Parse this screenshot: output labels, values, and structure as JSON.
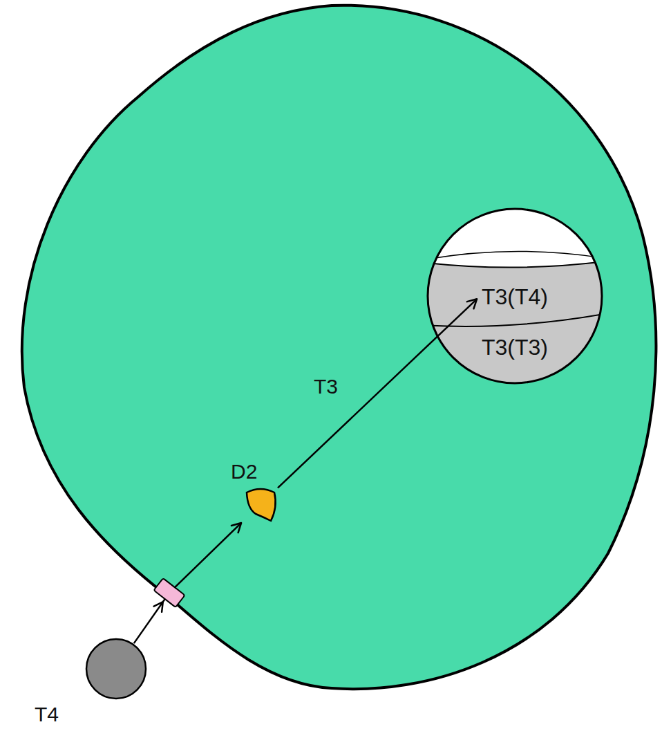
{
  "diagram": {
    "nodes": [
      {
        "text": [
          "T4"
        ]
      },
      {
        "text": [
          "D2"
        ]
      },
      {
        "text": [
          "T3(T4)"
        ]
      },
      {
        "text": [
          "T3(T3)"
        ]
      }
    ],
    "edges": [
      {
        "from": 0,
        "to": 1,
        "arrow": "to"
      },
      {
        "from": 1,
        "to": 2,
        "arrow": "to",
        "label": "T3"
      }
    ]
  }
}
